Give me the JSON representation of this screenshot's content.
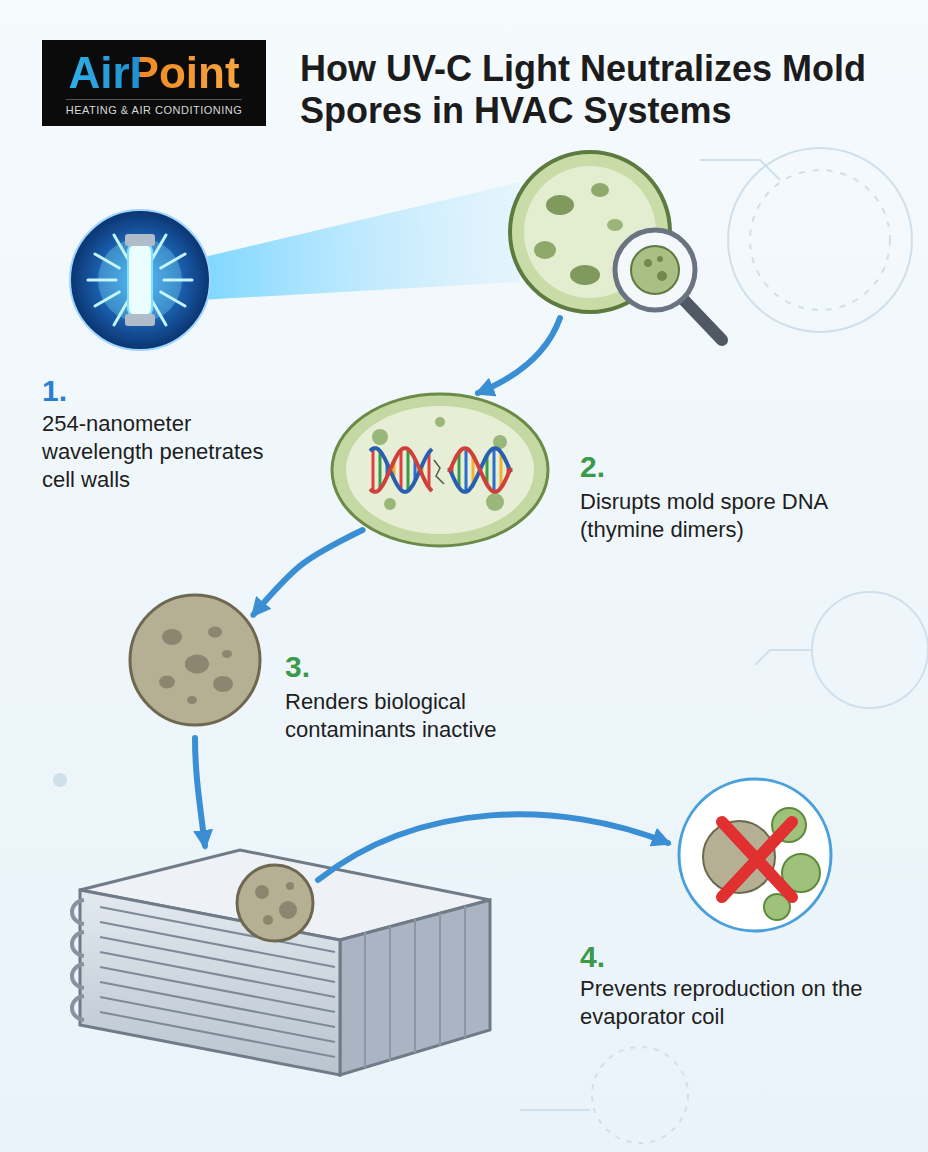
{
  "diagram": {
    "title": "How UV-C Light Neutralizes Mold Spores in HVAC Systems",
    "nodes": [
      {
        "text": [
          "AirPoint",
          "HEATING & AIR CONDITIONING"
        ]
      },
      {
        "text": [
          "1.",
          "254-nanometer wavelength penetrates cell walls"
        ]
      },
      {
        "text": [
          "2.",
          "Disrupts mold spore DNA (thymine dimers)"
        ]
      },
      {
        "text": [
          "3.",
          "Renders biological contaminants inactive"
        ]
      },
      {
        "text": [
          "4.",
          "Prevents reproduction on the evaporator coil"
        ]
      }
    ],
    "edges": [
      {
        "from": 2,
        "to": 3,
        "arrow": "to"
      }
    ]
  }
}
